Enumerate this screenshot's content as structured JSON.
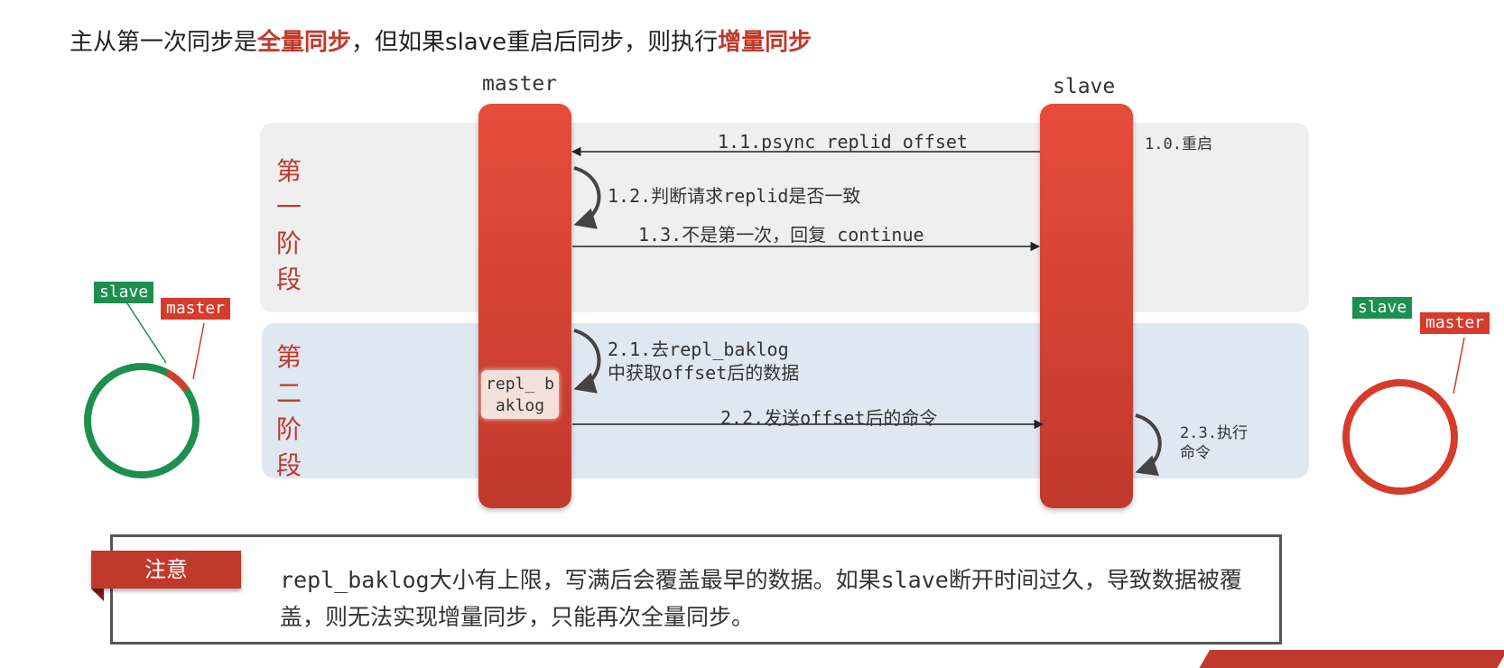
{
  "headline": {
    "prefix": "主从第一次同步是",
    "full_sync": "全量同步",
    "middle": "，但如果slave重启后同步，则执行",
    "incremental_sync": "增量同步"
  },
  "nodes": {
    "master": "master",
    "slave": "slave"
  },
  "phases": {
    "phase1": "第一阶段",
    "phase2": "第二阶段"
  },
  "steps": {
    "s1_0": "1.0.重启",
    "s1_1": "1.1.psync replid offset",
    "s1_2": "1.2.判断请求replid是否一致",
    "s1_3": "1.3.不是第一次，回复 continue",
    "s2_1_line1": "2.1.去repl_baklog",
    "s2_1_line2": "中获取offset后的数据",
    "s2_2": "2.2.发送offset后的命令",
    "s2_3_line1": "2.3.执行",
    "s2_3_line2": "命令"
  },
  "backlog_label": "repl_ baklog",
  "left_ring": {
    "slave_tag": "slave",
    "master_tag": "master"
  },
  "right_ring": {
    "slave_tag": "slave",
    "master_tag": "master"
  },
  "notice": {
    "tag": "注意",
    "text": "repl_baklog大小有上限，写满后会覆盖最早的数据。如果slave断开时间过久，导致数据被覆盖，则无法实现增量同步，只能再次全量同步。"
  },
  "colors": {
    "accent_red": "#c0392b",
    "green": "#1e8f4e",
    "phase1_bg": "#efefef",
    "phase2_bg": "#dfe7f1"
  }
}
